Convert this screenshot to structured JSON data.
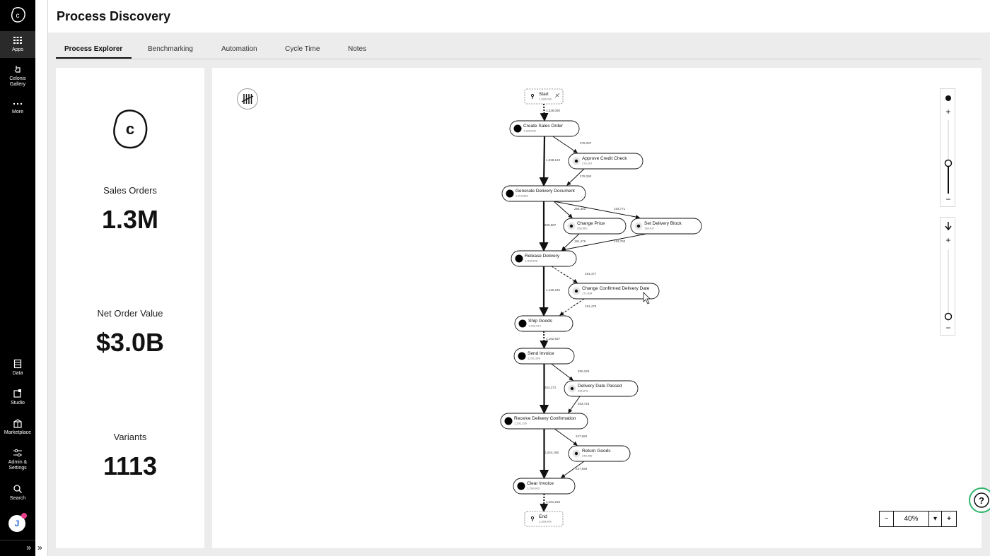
{
  "sidebar": {
    "items": [
      {
        "label": "Apps",
        "icon": "apps-grid-icon"
      },
      {
        "label": "Celonis",
        "label2": "Gallery",
        "icon": "hand-pointer-icon"
      },
      {
        "label": "More",
        "icon": "more-dots-icon"
      },
      {
        "label": "Data",
        "icon": "data-table-icon"
      },
      {
        "label": "Studio",
        "icon": "studio-icon"
      },
      {
        "label": "Marketplace",
        "icon": "marketplace-icon"
      },
      {
        "label": "Admin &",
        "label2": "Settings",
        "icon": "sliders-icon"
      },
      {
        "label": "Search",
        "icon": "search-icon"
      }
    ],
    "avatar": "J",
    "collapse": "»"
  },
  "rail_toggle": "»",
  "header": {
    "title": "Process Discovery"
  },
  "tabs": [
    {
      "label": "Process Explorer",
      "active": true
    },
    {
      "label": "Benchmarking"
    },
    {
      "label": "Automation"
    },
    {
      "label": "Cycle Time"
    },
    {
      "label": "Notes"
    }
  ],
  "kpis": [
    {
      "label": "Sales Orders",
      "value": "1.3M"
    },
    {
      "label": "Net Order Value",
      "value": "$3.0B"
    },
    {
      "label": "Variants",
      "value": "1113"
    }
  ],
  "process_graph": {
    "nodes": [
      {
        "id": "start",
        "name": "Start",
        "count": "1,328,090"
      },
      {
        "id": "cso",
        "name": "Create Sales Order",
        "count": "1,328,090"
      },
      {
        "id": "acc",
        "name": "Approve Credit Check",
        "count": "278,287"
      },
      {
        "id": "gdd",
        "name": "Generate Delivery Document",
        "count": "1,313,863"
      },
      {
        "id": "cp",
        "name": "Change Price",
        "count": "258,960"
      },
      {
        "id": "sdb",
        "name": "Set Delivery Block",
        "count": "194,417"
      },
      {
        "id": "rd",
        "name": "Release Delivery",
        "count": "1,303,898"
      },
      {
        "id": "ccdd",
        "name": "Change Confirmed Delivery Date",
        "count": "172,834"
      },
      {
        "id": "sg",
        "name": "Ship Goods",
        "count": "1,292,914"
      },
      {
        "id": "si",
        "name": "Send Invoice",
        "count": "1,291,289"
      },
      {
        "id": "ddp",
        "name": "Delivery Date Passed",
        "count": "366,878"
      },
      {
        "id": "rdc",
        "name": "Receive Delivery Confirmation",
        "count": "1,292,295"
      },
      {
        "id": "rg",
        "name": "Return Goods",
        "count": "248,358"
      },
      {
        "id": "ci",
        "name": "Clear Invoice",
        "count": "1,290,983"
      },
      {
        "id": "end",
        "name": "End",
        "count": "1,328,090"
      }
    ],
    "edges": [
      {
        "label": "1,328,090"
      },
      {
        "label": "1,038,123"
      },
      {
        "label": "278,287"
      },
      {
        "label": "278,290"
      },
      {
        "label": "869,987"
      },
      {
        "label": "256,362"
      },
      {
        "label": "193,771"
      },
      {
        "label": "181,476"
      },
      {
        "label": "193,793"
      },
      {
        "label": "181,477"
      },
      {
        "label": "1,130,245"
      },
      {
        "label": "181,478"
      },
      {
        "label": "1,162,537"
      },
      {
        "label": "390,229"
      },
      {
        "label": "924,372"
      },
      {
        "label": "353,718"
      },
      {
        "label": "247,692"
      },
      {
        "label": "1,044,185"
      },
      {
        "label": "247,699"
      },
      {
        "label": "1,291,918"
      }
    ]
  },
  "zoom": {
    "minus": "−",
    "value": "40%",
    "dropdown": "▾",
    "plus": "+"
  },
  "sliders": {
    "plus": "+",
    "minus": "−"
  },
  "help": "?"
}
